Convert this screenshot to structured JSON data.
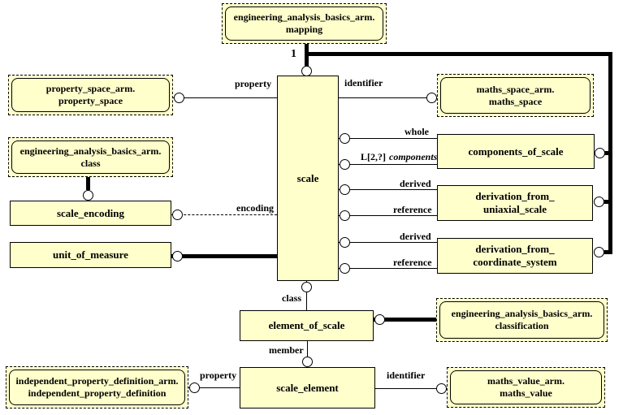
{
  "diagram": {
    "colors": {
      "box_fill": "#FFFFCC",
      "line": "#000000"
    },
    "boxes": {
      "mapping": {
        "kind": "interschema",
        "lines": [
          "engineering_analysis_basics_arm.",
          "mapping"
        ]
      },
      "property_space": {
        "kind": "interschema",
        "lines": [
          "property_space_arm.",
          "property_space"
        ]
      },
      "class": {
        "kind": "interschema",
        "lines": [
          "engineering_analysis_basics_arm.",
          "class"
        ]
      },
      "maths_space": {
        "kind": "interschema",
        "lines": [
          "maths_space_arm.",
          "maths_space"
        ]
      },
      "classification": {
        "kind": "interschema",
        "lines": [
          "engineering_analysis_basics_arm.",
          "classification"
        ]
      },
      "independent_property_definition": {
        "kind": "interschema",
        "lines": [
          "independent_property_definition_arm.",
          "independent_property_definition"
        ]
      },
      "maths_value": {
        "kind": "interschema",
        "lines": [
          "maths_value_arm.",
          "maths_value"
        ]
      },
      "scale": {
        "kind": "entity",
        "lines": [
          "scale"
        ]
      },
      "scale_encoding": {
        "kind": "entity",
        "lines": [
          "scale_encoding"
        ]
      },
      "unit_of_measure": {
        "kind": "entity",
        "lines": [
          "unit_of_measure"
        ]
      },
      "components_of_scale": {
        "kind": "entity",
        "lines": [
          "components_of_scale"
        ]
      },
      "derivation_from_uniaxial_scale": {
        "kind": "entity",
        "lines": [
          "derivation_from_",
          "uniaxial_scale"
        ]
      },
      "derivation_from_coordinate_system": {
        "kind": "entity",
        "lines": [
          "derivation_from_",
          "coordinate_system"
        ]
      },
      "element_of_scale": {
        "kind": "entity",
        "lines": [
          "element_of_scale"
        ]
      },
      "scale_element": {
        "kind": "entity",
        "lines": [
          "scale_element"
        ]
      }
    },
    "labels": {
      "one": "1",
      "property": "property",
      "identifier": "identifier",
      "whole": "whole",
      "components_agg": "L[2,?]",
      "components_name": "components",
      "derived": "derived",
      "reference": "reference",
      "encoding": "encoding",
      "class": "class",
      "member": "member"
    }
  }
}
